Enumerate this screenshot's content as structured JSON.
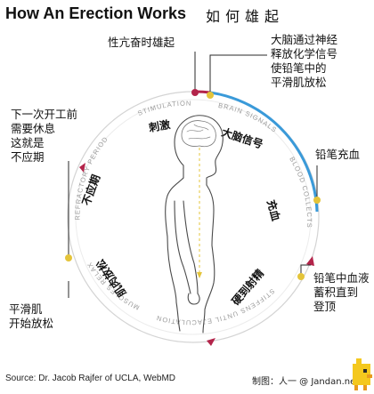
{
  "header": {
    "title": "How An Erection Works",
    "title_cn": "如何雄起"
  },
  "callouts": {
    "arousal": "性亢奋时雄起",
    "brain_signal": "大脑通过神经\n释放化学信号\n使铅笔中的\n平滑肌放松",
    "pencil_fill": "铅笔充血",
    "blood_accumulate": "铅笔中血液\n蓄积直到\n登顶",
    "muscle_relax": "平滑肌\n开始放松",
    "refractory": "下一次开工前\n需要休息\n这就是\n不应期"
  },
  "ring": {
    "stimulation": "STIMULATION",
    "brain_signals": "BRAIN SIGNALS",
    "blood_collects": "BLOOD COLLECTS",
    "stiffens": "STIFFENS UNTIL EJACULATION",
    "muscles_relax": "MUSCLES RELAX",
    "refractory_period": "REFRACTORY PERIOD"
  },
  "stage_labels": {
    "stimulation": "刺激",
    "brain_signals": "大脑信号",
    "blood_collects": "充血",
    "stiffens": "硬到射精",
    "muscles_relax": "肌肉放松",
    "refractory": "不应期"
  },
  "footer": {
    "source": "Source: Dr. Jacob Rajfer of UCLA, WebMD",
    "credit": "制图：人一 @ Jandan.net"
  },
  "colors": {
    "accent_red": "#b3244a",
    "accent_blue": "#3a9ad9",
    "node_yellow": "#e4c43a",
    "ring_gray": "#d4d4d4"
  }
}
